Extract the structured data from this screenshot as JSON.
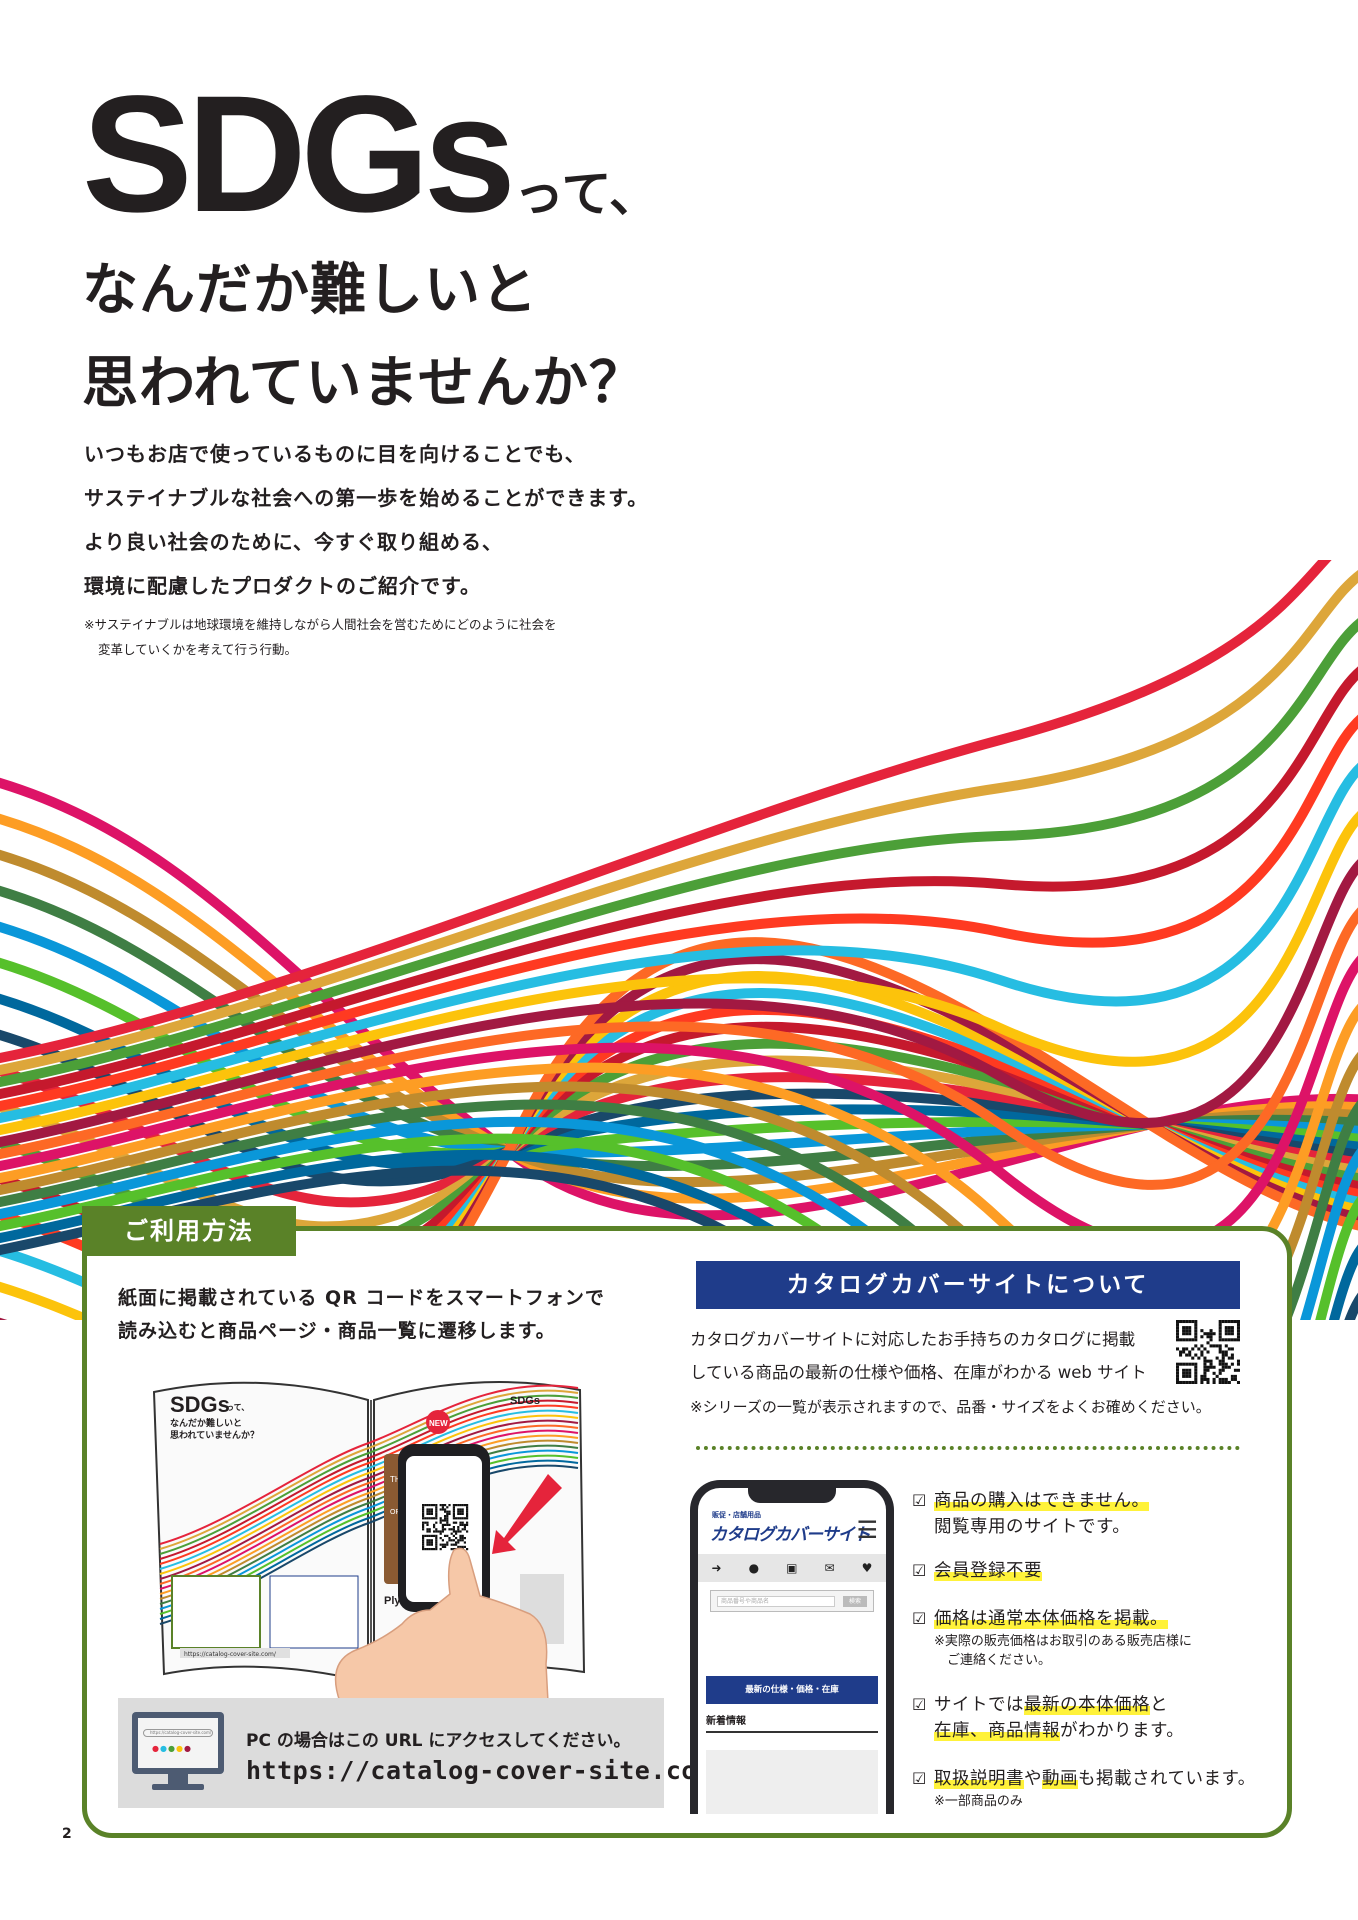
{
  "hero": {
    "title_big": "SDGs",
    "title_suffix": "って、",
    "line1": "なんだか難しいと",
    "line2": "思われていませんか？"
  },
  "intro": {
    "lines": [
      "いつもお店で使っているものに目を向けることでも、",
      "サステイナブルな社会への第一歩を始めることができます。",
      "より良い社会のために、今すぐ取り組める、",
      "環境に配慮したプロダクトのご紹介です。"
    ],
    "note_lines": [
      "※サステイナブルは地球環境を維持しながら人間社会を営むためにどのように社会を",
      "変革していくかを考えて行う行動。"
    ]
  },
  "usage": {
    "tab_label": "ご利用方法",
    "desc_lines": [
      "紙面に掲載されている QR コードをスマートフォンで",
      "読み込むと商品ページ・商品一覧に遷移します。"
    ],
    "mock": {
      "left_title": "SDGs",
      "left_title_suffix": "って、",
      "left_sub1": "なんだか難しいと",
      "left_sub2": "思われていませんか？",
      "right_label": "SDGs",
      "cafe_label": "THE CAFE",
      "open_label": "OPEN",
      "new_badge": "NEW",
      "plywood_label": "Plywood",
      "url_small": "https://catalog-cover-site.com/"
    }
  },
  "pc": {
    "text": "PC の場合はこの URL にアクセスしてください。",
    "url": "https://catalog-cover-site.com/",
    "url_bar": "https://catalog-cover-site.com/"
  },
  "site": {
    "header": "カタログカバーサイトについて",
    "desc_lines": [
      "カタログカバーサイトに対応したお手持ちのカタログに掲載",
      "している商品の最新の仕様や価格、在庫がわかる web サイト"
    ],
    "note": "※シリーズの一覧が表示されますので、品番・サイズをよくお確めください。"
  },
  "phone": {
    "small_label": "販促・店舗用品",
    "brand": "カタログカバーサイト",
    "search_placeholder": "商品番号や商品名",
    "search_button": "検索",
    "blue_bar": "最新の仕様・価格・在庫",
    "news": "新着情報"
  },
  "features": [
    {
      "check": "☑",
      "parts": [
        {
          "t": "商品の購入はできません。",
          "hl": true
        }
      ],
      "sub": "閲覧専用のサイトです。",
      "small": []
    },
    {
      "check": "☑",
      "parts": [
        {
          "t": "会員登録不要",
          "hl": true
        }
      ],
      "sub": "",
      "small": []
    },
    {
      "check": "☑",
      "parts": [
        {
          "t": "価格は通常本体価格を掲載。",
          "hl": true
        }
      ],
      "sub": "",
      "small": [
        "※実際の販売価格はお取引のある販売店様に",
        "　ご連絡ください。"
      ]
    },
    {
      "check": "☑",
      "parts": [
        {
          "t": "サイトでは",
          "hl": false
        },
        {
          "t": "最新の本体価格",
          "hl": true
        },
        {
          "t": "と",
          "hl": false
        }
      ],
      "sub_parts": [
        {
          "t": "在庫、商品情報",
          "hl": true
        },
        {
          "t": "がわかります。",
          "hl": false
        }
      ],
      "small": []
    },
    {
      "check": "☑",
      "parts": [
        {
          "t": "取扱説明書",
          "hl": true
        },
        {
          "t": "や",
          "hl": false
        },
        {
          "t": "動画",
          "hl": true
        },
        {
          "t": "も掲載されています。",
          "hl": false
        }
      ],
      "sub": "",
      "small": [
        "※一部商品のみ"
      ]
    }
  ],
  "page_number": "2",
  "colors": {
    "green": "#5a8228",
    "navy": "#1f3c8a",
    "highlight": "#fff23a",
    "stripes": [
      "#e5243b",
      "#dda63a",
      "#4c9f38",
      "#c5192d",
      "#ff3a21",
      "#26bde2",
      "#fcc30b",
      "#a21942",
      "#fd6925",
      "#dd1367",
      "#fd9d24",
      "#bf8b2e",
      "#3f7e44",
      "#0a97d9",
      "#56c02b",
      "#00689d",
      "#19486a"
    ]
  }
}
